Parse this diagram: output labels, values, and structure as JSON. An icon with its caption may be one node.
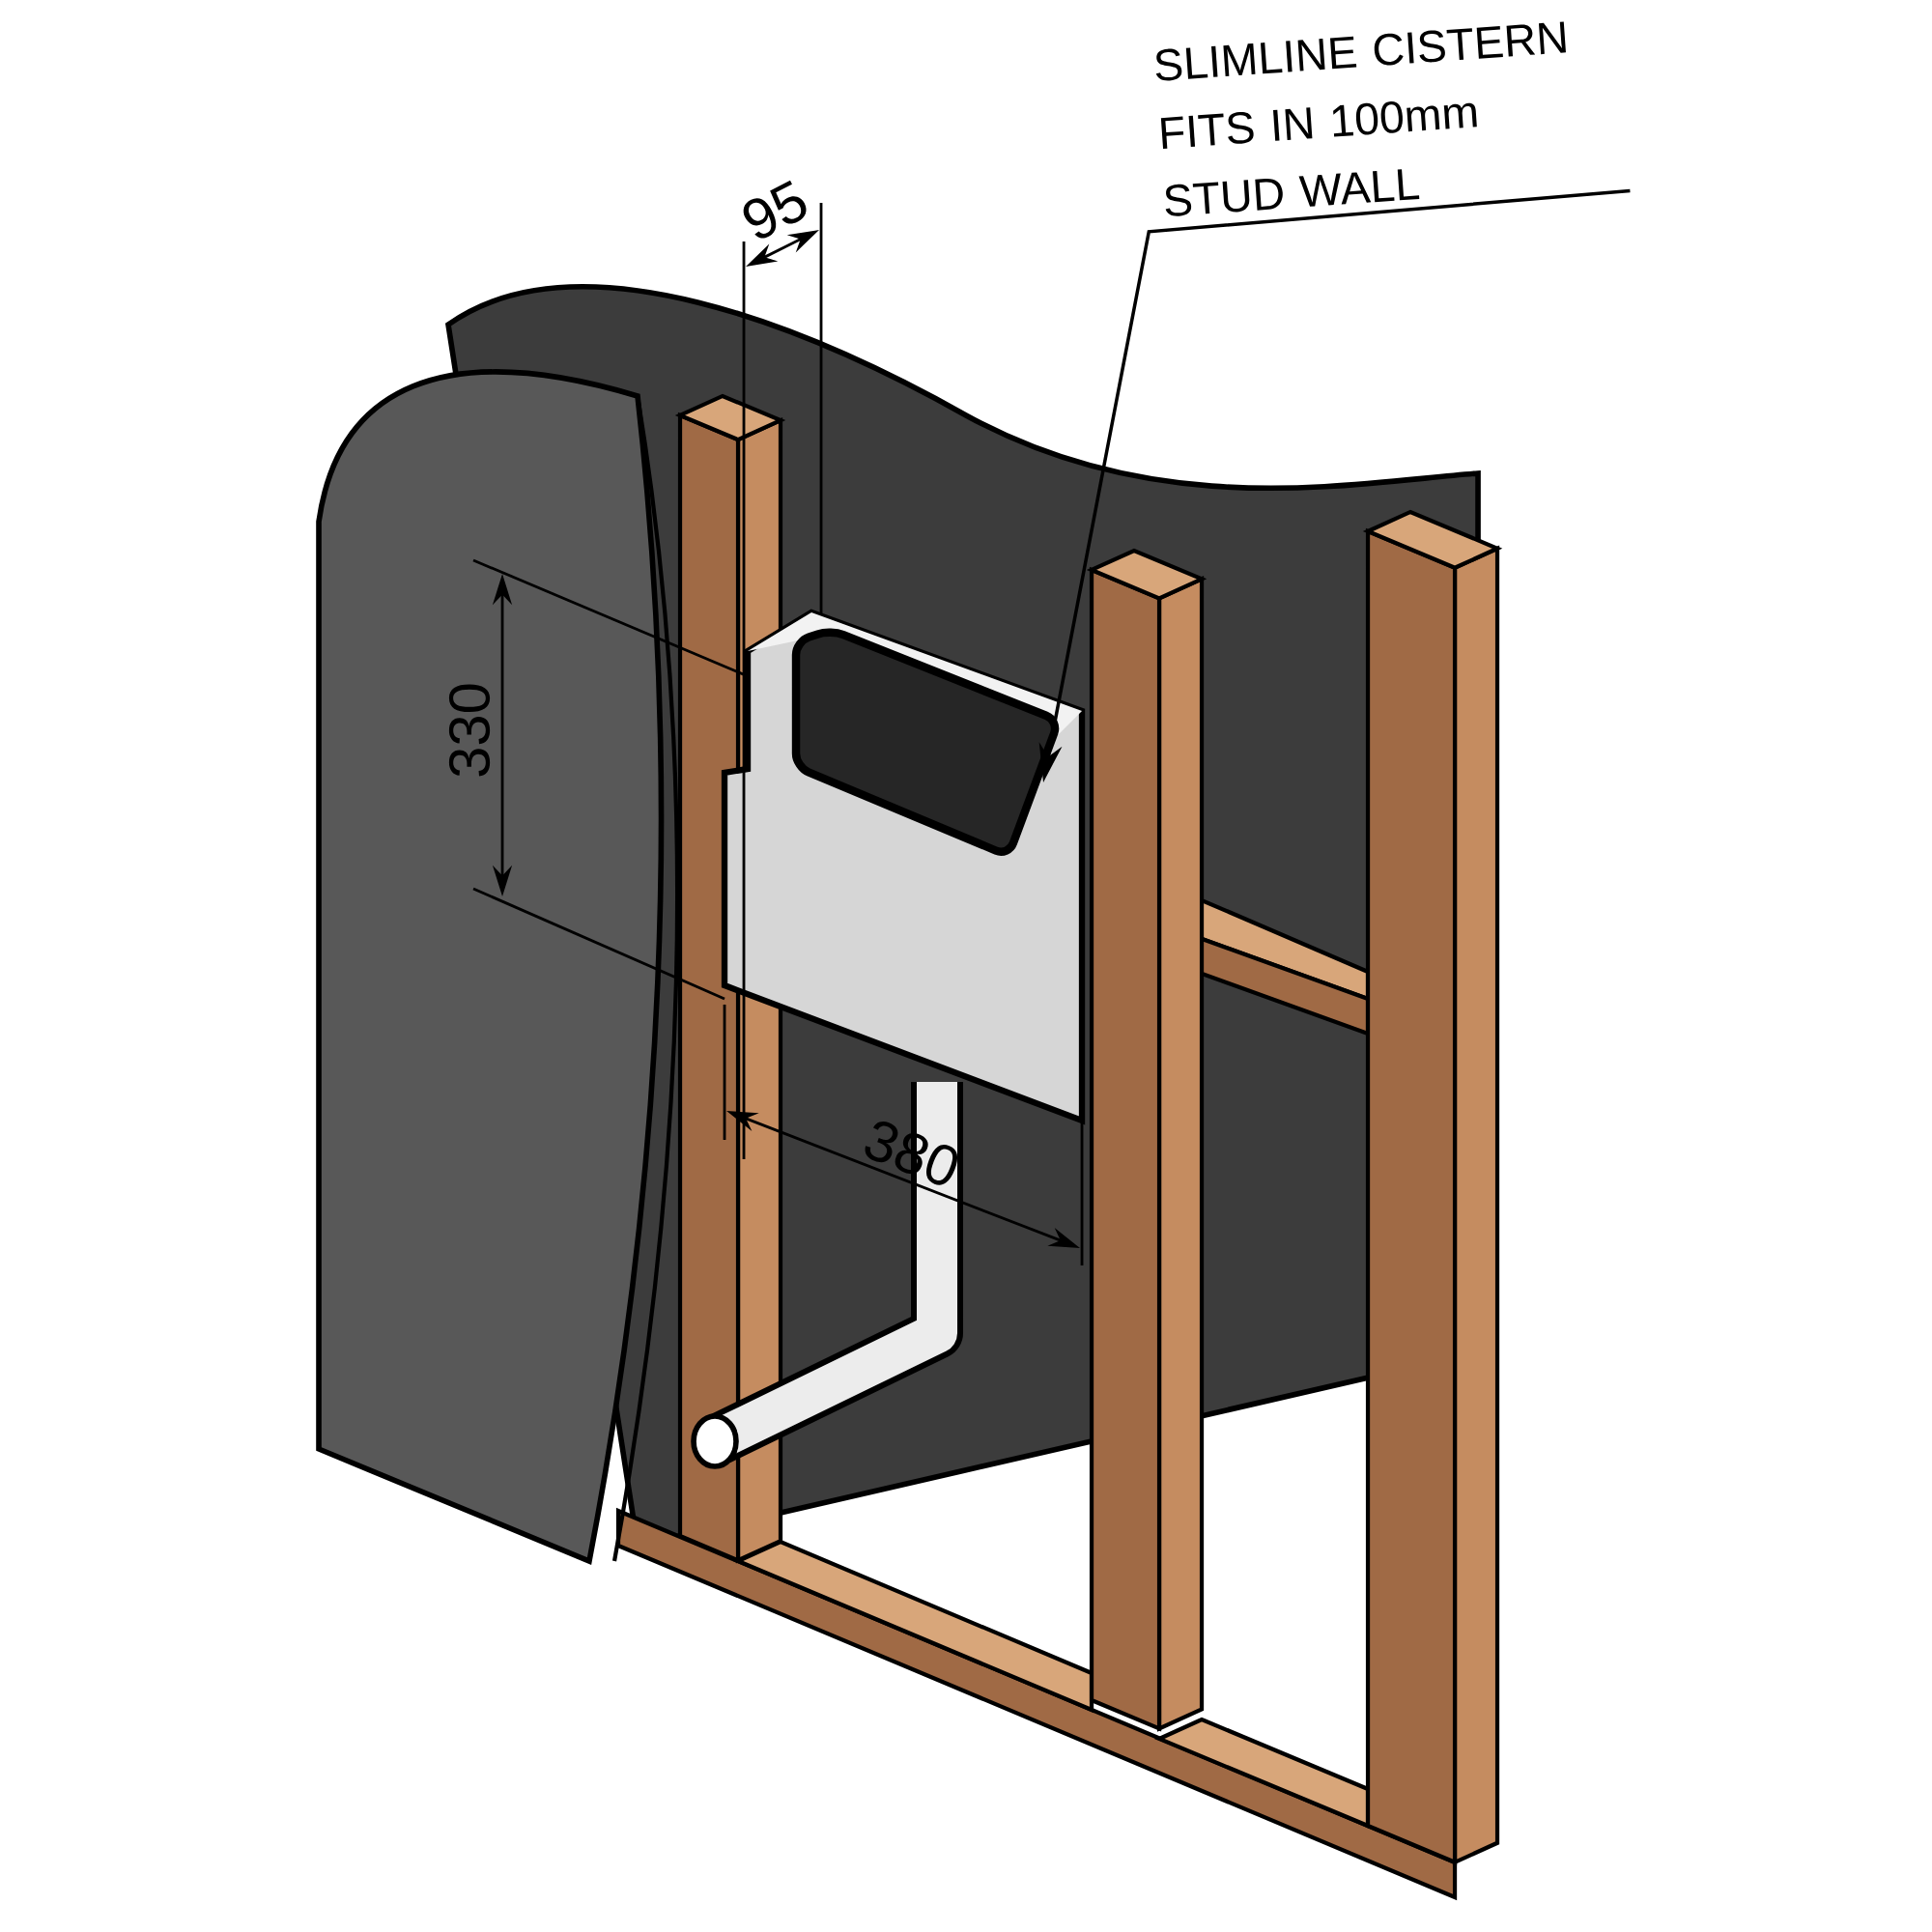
{
  "diagram": {
    "nodes": [
      {
        "text": [
          "SLIMLINE CISTERN FITS IN 100mm STUD WALL"
        ]
      },
      {
        "text": [],
        "shape": "picture"
      }
    ],
    "edges": [
      {
        "from": 0,
        "to": 1,
        "arrow": "to"
      }
    ],
    "labels": [
      "95",
      "330",
      "380"
    ]
  }
}
